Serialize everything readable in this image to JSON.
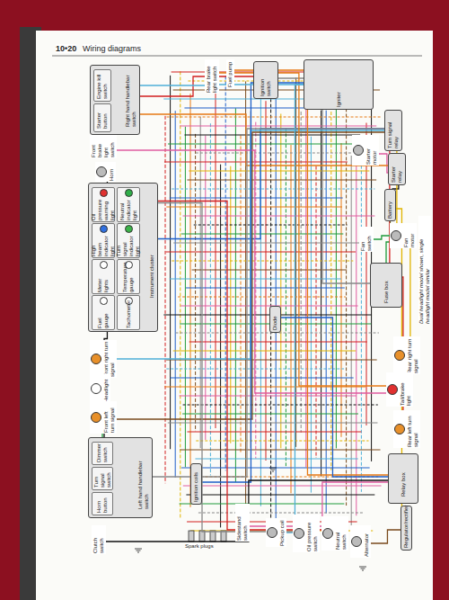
{
  "diagram": {
    "title": "Wiring diagrams",
    "caption": "Dual headlight model shown, single headlight model similar",
    "nodes": [
      {
        "text": [
          "Right hand handlebar switch"
        ]
      },
      {
        "text": [
          "Engine kill switch"
        ],
        "in": 0
      },
      {
        "text": [
          "Starter button"
        ],
        "in": 0
      },
      {
        "text": [
          "Front brake light switch"
        ]
      },
      {
        "text": [
          "Horn"
        ]
      },
      {
        "text": [
          "Instrument cluster"
        ]
      },
      {
        "text": [
          "Oil pressure warning light"
        ],
        "in": 5
      },
      {
        "text": [
          "Neutral indicator light"
        ],
        "in": 5
      },
      {
        "text": [
          "High beam indicator light"
        ],
        "in": 5
      },
      {
        "text": [
          "Turn signal indicator light"
        ],
        "in": 5
      },
      {
        "text": [
          "Meter lights"
        ],
        "in": 5
      },
      {
        "text": [
          "Temperature gauge"
        ],
        "in": 5
      },
      {
        "text": [
          "Fuel gauge"
        ],
        "in": 5
      },
      {
        "text": [
          "Tachometer"
        ],
        "in": 5
      },
      {
        "text": [
          "Front right turn signal"
        ]
      },
      {
        "text": [
          "Headlight"
        ]
      },
      {
        "text": [
          "Front left turn signal"
        ]
      },
      {
        "text": [
          "Left hand handlebar switch"
        ]
      },
      {
        "text": [
          "Dimmer switch"
        ],
        "in": 17
      },
      {
        "text": [
          "Turn signal switch"
        ],
        "in": 17
      },
      {
        "text": [
          "Horn button"
        ],
        "in": 17
      },
      {
        "text": [
          "Clutch switch"
        ]
      },
      {
        "text": [
          "Rear brake light switch"
        ]
      },
      {
        "text": [
          "Fuel pump"
        ]
      },
      {
        "text": [
          "Ignition switch"
        ]
      },
      {
        "text": [
          "Igniter"
        ]
      },
      {
        "text": [
          "Turn signal relay"
        ]
      },
      {
        "text": [
          "Starter relay"
        ]
      },
      {
        "text": [
          "Battery"
        ]
      },
      {
        "text": [
          "Fan motor"
        ]
      },
      {
        "text": [
          "Fan switch"
        ]
      },
      {
        "text": [
          "Fuse box"
        ]
      },
      {
        "text": [
          "Diode"
        ]
      },
      {
        "text": [
          "Rear right turn signal"
        ]
      },
      {
        "text": [
          "Tail/brake light"
        ]
      },
      {
        "text": [
          "Rear left turn signal"
        ]
      },
      {
        "text": [
          "Relay box"
        ]
      },
      {
        "text": [
          "Ignition coils"
        ]
      },
      {
        "text": [
          "Sidestand switch"
        ]
      },
      {
        "text": [
          "Pickup coil"
        ]
      },
      {
        "text": [
          "Oil pressure switch"
        ]
      },
      {
        "text": [
          "Neutral switch"
        ]
      },
      {
        "text": [
          "Alternator"
        ]
      },
      {
        "text": [
          "Regulator/rectifier"
        ]
      },
      {
        "text": [
          "Starter motor"
        ]
      }
    ],
    "edges": [
      {
        "from": 0,
        "to": 24,
        "arrow": "none"
      },
      {
        "from": 24,
        "to": 31,
        "arrow": "none"
      },
      {
        "from": 31,
        "to": 28,
        "arrow": "none"
      },
      {
        "from": 27,
        "to": 28,
        "arrow": "none"
      },
      {
        "from": 27,
        "to": 44,
        "arrow": "none"
      },
      {
        "from": 2,
        "to": 27,
        "arrow": "none"
      },
      {
        "from": 26,
        "to": 9,
        "arrow": "none"
      },
      {
        "from": 26,
        "to": 14,
        "arrow": "none"
      },
      {
        "from": 26,
        "to": 16,
        "arrow": "none"
      },
      {
        "from": 26,
        "to": 33,
        "arrow": "none"
      },
      {
        "from": 26,
        "to": 35,
        "arrow": "none"
      },
      {
        "from": 19,
        "to": 26,
        "arrow": "none"
      },
      {
        "from": 18,
        "to": 15,
        "arrow": "none"
      },
      {
        "from": 20,
        "to": 4,
        "arrow": "none"
      },
      {
        "from": 3,
        "to": 34,
        "arrow": "none"
      },
      {
        "from": 22,
        "to": 34,
        "arrow": "none"
      },
      {
        "from": 25,
        "to": 37,
        "arrow": "none"
      },
      {
        "from": 39,
        "to": 25,
        "arrow": "none"
      },
      {
        "from": 43,
        "to": 42,
        "arrow": "none"
      },
      {
        "from": 43,
        "to": 28,
        "arrow": "none"
      },
      {
        "from": 41,
        "to": 7,
        "arrow": "none"
      },
      {
        "from": 40,
        "to": 6,
        "arrow": "none"
      },
      {
        "from": 30,
        "to": 29,
        "arrow": "none"
      },
      {
        "from": 21,
        "to": 36,
        "arrow": "none"
      },
      {
        "from": 36,
        "to": 38,
        "arrow": "none"
      },
      {
        "from": 23,
        "to": 36,
        "arrow": "none"
      },
      {
        "from": 32,
        "to": 36,
        "arrow": "none"
      },
      {
        "from": 1,
        "to": 25,
        "arrow": "none"
      }
    ],
    "labels": [
      "10•20",
      "Spark plugs"
    ]
  }
}
